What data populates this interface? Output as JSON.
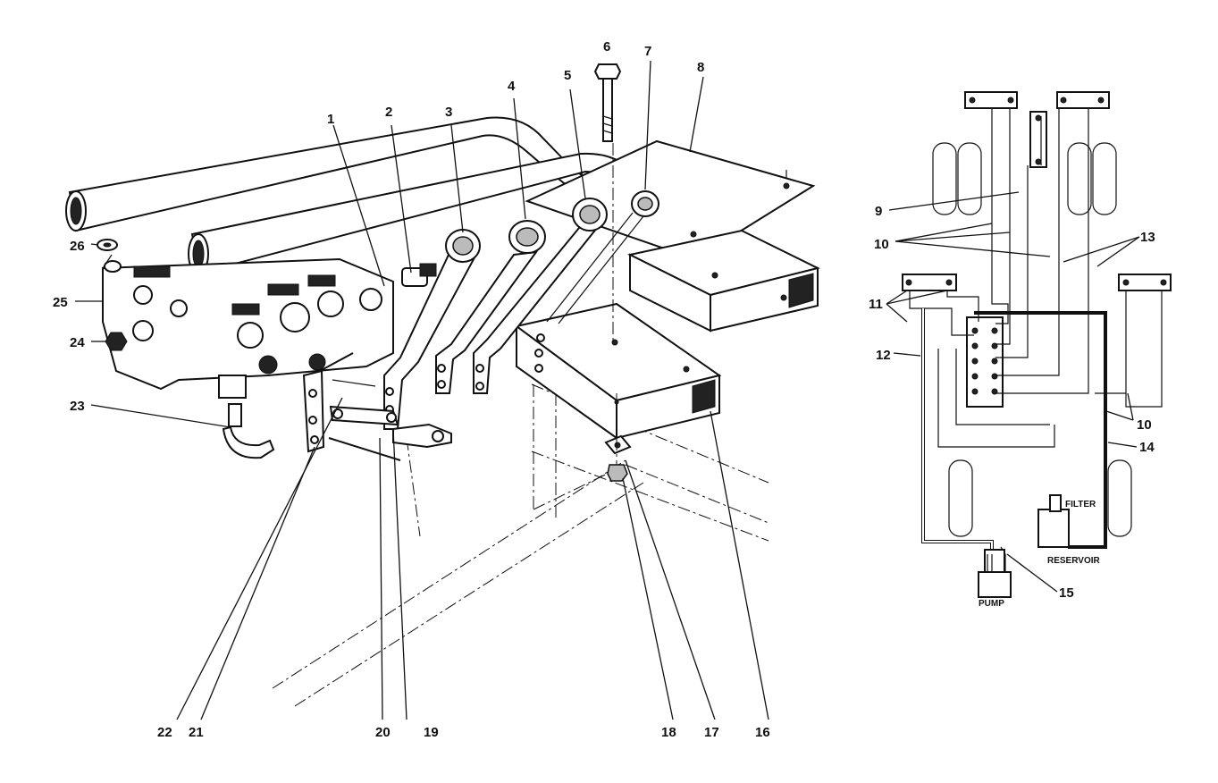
{
  "callouts": [
    {
      "id": "c1",
      "label": "1"
    },
    {
      "id": "c2",
      "label": "2"
    },
    {
      "id": "c3",
      "label": "3"
    },
    {
      "id": "c4",
      "label": "4"
    },
    {
      "id": "c5",
      "label": "5"
    },
    {
      "id": "c6",
      "label": "6"
    },
    {
      "id": "c7",
      "label": "7"
    },
    {
      "id": "c8",
      "label": "8"
    },
    {
      "id": "c9",
      "label": "9"
    },
    {
      "id": "c10a",
      "label": "10"
    },
    {
      "id": "c10b",
      "label": "10"
    },
    {
      "id": "c11",
      "label": "11"
    },
    {
      "id": "c12",
      "label": "12"
    },
    {
      "id": "c13",
      "label": "13"
    },
    {
      "id": "c14",
      "label": "14"
    },
    {
      "id": "c15",
      "label": "15"
    },
    {
      "id": "c16",
      "label": "16"
    },
    {
      "id": "c17",
      "label": "17"
    },
    {
      "id": "c18",
      "label": "18"
    },
    {
      "id": "c19",
      "label": "19"
    },
    {
      "id": "c20",
      "label": "20"
    },
    {
      "id": "c21",
      "label": "21"
    },
    {
      "id": "c22",
      "label": "22"
    },
    {
      "id": "c23",
      "label": "23"
    },
    {
      "id": "c24",
      "label": "24"
    },
    {
      "id": "c25",
      "label": "25"
    },
    {
      "id": "c26",
      "label": "26"
    }
  ],
  "schematic_labels": {
    "filter": "FILTER",
    "reservoir": "RESERVOIR",
    "pump": "PUMP"
  }
}
